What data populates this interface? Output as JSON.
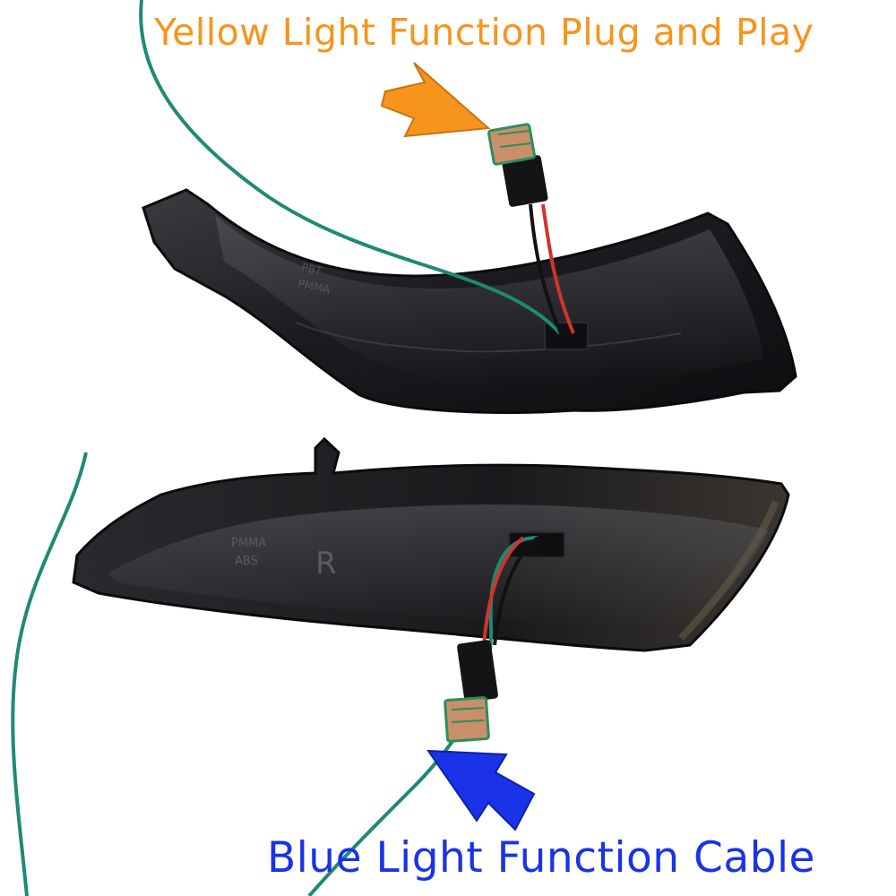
{
  "captions": {
    "top": "Yellow Light Function Plug and Play",
    "bottom": "Blue Light Function Cable"
  },
  "parts": {
    "upper_part": {
      "embossed_text": [
        "PBT",
        "PMMA"
      ]
    },
    "lower_part": {
      "embossed_text": [
        "PMMA",
        "ABS",
        "R"
      ]
    }
  },
  "colors": {
    "top_caption": "#f7941d",
    "bottom_caption": "#1a33e6",
    "top_arrow": "#f7941d",
    "bottom_arrow": "#1a33e6",
    "housing": "#1d1d1f",
    "green_wire": "#1f8a73",
    "red_wire": "#d0342c",
    "black_wire": "#111111",
    "connector_pins": "#c98f6a"
  },
  "icons": {
    "top_arrow": "arrow-pointer-icon",
    "bottom_arrow": "arrow-pointer-icon"
  }
}
